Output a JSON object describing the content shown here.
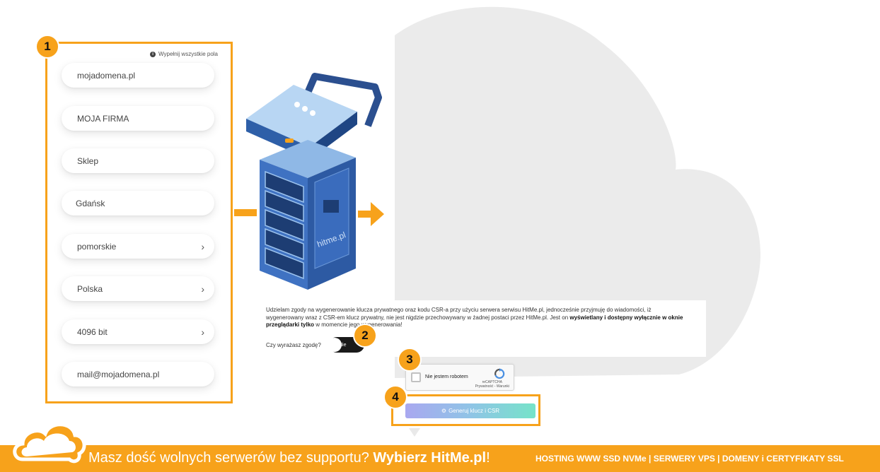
{
  "form": {
    "hint": "Wypełnij wszystkie pola",
    "fields": [
      {
        "value": "mojadomena.pl",
        "has_chevron": false
      },
      {
        "value": "MOJA FIRMA",
        "has_chevron": false
      },
      {
        "value": "Sklep",
        "has_chevron": false
      },
      {
        "value": "Gdańsk",
        "has_chevron": false
      },
      {
        "value": "pomorskie",
        "has_chevron": true
      },
      {
        "value": "Polska",
        "has_chevron": true
      },
      {
        "value": "4096 bit",
        "has_chevron": true
      },
      {
        "value": "mail@mojadomena.pl",
        "has_chevron": false
      }
    ]
  },
  "badges": [
    "1",
    "2",
    "3",
    "4"
  ],
  "consent": {
    "text_part1": "Udzielam zgody na wygenerowanie klucza prywatnego oraz kodu CSR-a przy użyciu serwera serwisu HitMe.pl, jednocześnie przyjmuję do wiadomości, iż wygenerowany wraz z CSR-em klucz prywatny, nie jest nigdzie przechowywany w żadnej postaci przez HitMe.pl. Jest on ",
    "text_bold": "wyświetlany i dostępny wyłącznie w oknie przeglądarki tylko",
    "text_part2": " w momencie jego wygenerowania!",
    "question": "Czy wyrażasz zgodę?",
    "toggle_label": "Nie"
  },
  "recaptcha": {
    "label": "Nie jestem robotem",
    "brand": "reCAPTCHA",
    "links": "Prywatność - Warunki"
  },
  "generate_button": {
    "icon": "gear-icon",
    "label": "Generuj klucz i CSR"
  },
  "server_logo": "hitme.pl",
  "footer": {
    "promo_text": "Masz dość wolnych serwerów bez supportu? ",
    "promo_bold": "Wybierz HitMe.pl",
    "promo_end": "!",
    "links": "HOSTING WWW SSD NVMe | SERWERY VPS | DOMENY i CERTYFIKATY SSL"
  },
  "colors": {
    "accent": "#f7a21b",
    "cloud_bg": "#ebebeb",
    "server_blue": "#3f72c2"
  }
}
